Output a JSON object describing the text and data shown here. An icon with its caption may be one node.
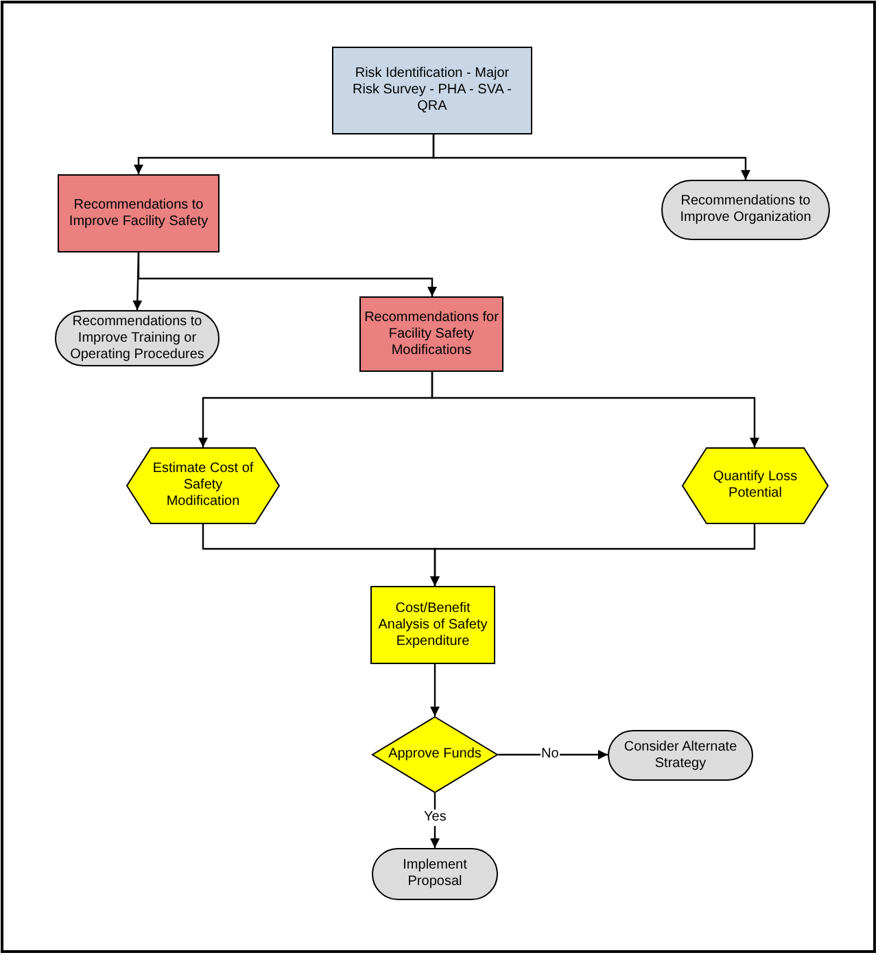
{
  "diagram": {
    "nodes": [
      {
        "text": [
          "Risk Identification - Major Risk Survey - PHA - SVA - QRA"
        ]
      },
      {
        "text": [
          "Recommendations to Improve Facility Safety"
        ]
      },
      {
        "text": [
          "Recommendations to Improve Organization"
        ]
      },
      {
        "text": [
          "Recommendations to Improve Training or Operating Procedures"
        ]
      },
      {
        "text": [
          "Recommendations for Facility Safety Modifications"
        ]
      },
      {
        "text": [
          "Estimate Cost of Safety Modification"
        ]
      },
      {
        "text": [
          "Quantify Loss Potential"
        ]
      },
      {
        "text": [
          "Cost/Benefit Analysis of Safety Expenditure"
        ]
      },
      {
        "text": [
          "Approve Funds"
        ]
      },
      {
        "text": [
          "Consider Alternate Strategy"
        ]
      },
      {
        "text": [
          "Implement Proposal"
        ]
      }
    ],
    "edges": [
      {
        "from": 0,
        "to": 1,
        "arrow": "to"
      },
      {
        "from": 0,
        "to": 2,
        "arrow": "to"
      },
      {
        "from": 1,
        "to": 3,
        "arrow": "to"
      },
      {
        "from": 1,
        "to": 4,
        "arrow": "to"
      },
      {
        "from": 4,
        "to": 5,
        "arrow": "to"
      },
      {
        "from": 4,
        "to": 6,
        "arrow": "to"
      },
      {
        "from": 5,
        "to": 7,
        "arrow": "to"
      },
      {
        "from": 6,
        "to": 7,
        "arrow": "to"
      },
      {
        "from": 7,
        "to": 8,
        "arrow": "to"
      },
      {
        "from": 8,
        "to": 9,
        "label": "No",
        "arrow": "to"
      },
      {
        "from": 8,
        "to": 10,
        "label": "Yes",
        "arrow": "to"
      }
    ]
  }
}
